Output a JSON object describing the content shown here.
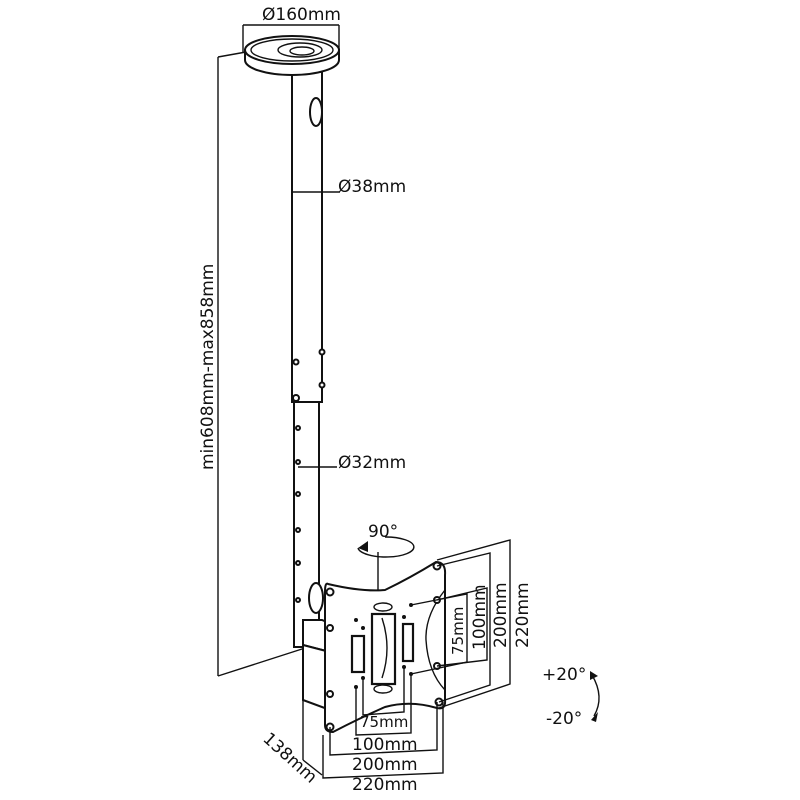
{
  "diagram": {
    "plate_diameter": "Ø160mm",
    "upper_tube_diameter": "Ø38mm",
    "lower_tube_diameter": "Ø32mm",
    "height_range": "min608mm-max858mm",
    "swivel": "90°",
    "depth": "138mm",
    "vesa_horizontal": [
      "75mm",
      "100mm",
      "200mm",
      "220mm"
    ],
    "vesa_vertical": [
      "75mm",
      "100mm",
      "200mm",
      "220mm"
    ],
    "tilt_up": "+20°",
    "tilt_down": "-20°"
  }
}
